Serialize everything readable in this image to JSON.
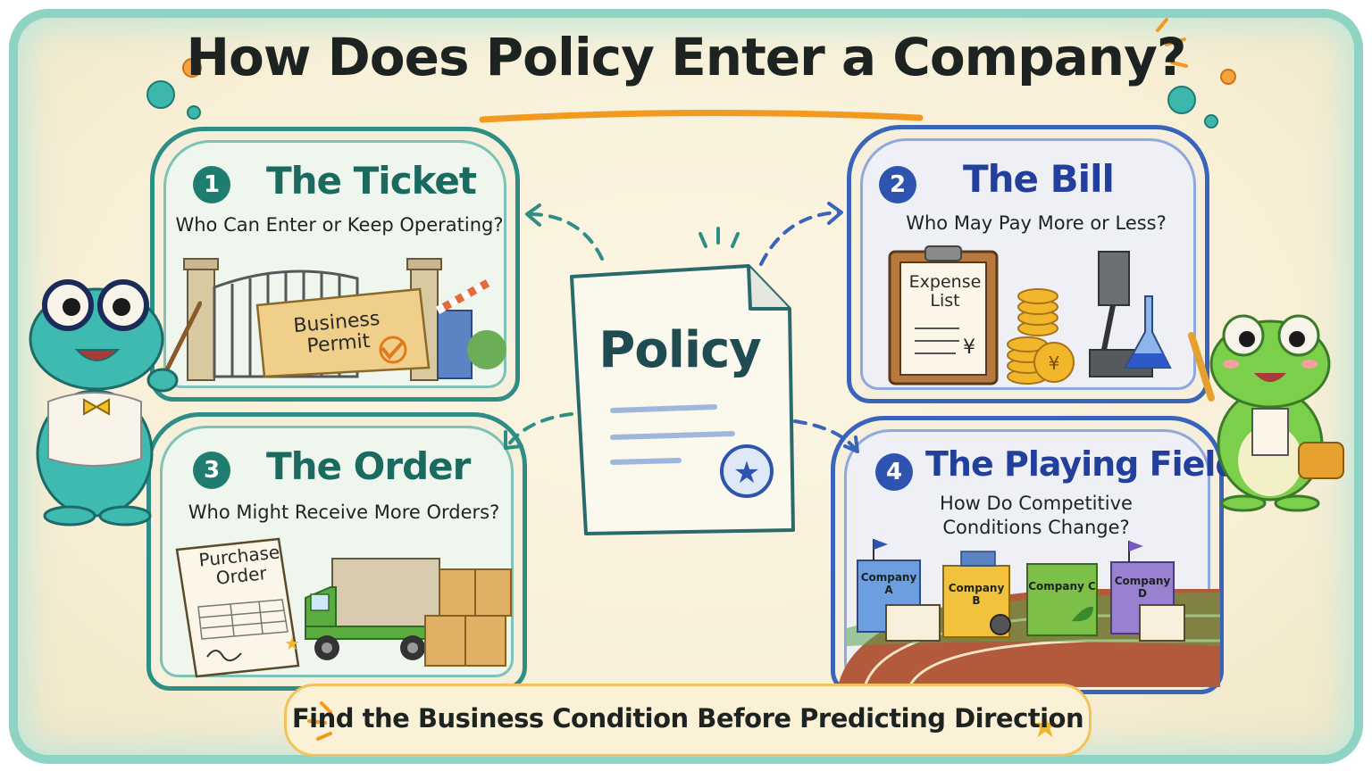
{
  "title": "How Does Policy Enter a Company?",
  "center": {
    "label": "Policy"
  },
  "cards": {
    "ticket": {
      "number": "1",
      "title": "The Ticket",
      "subtitle": "Who Can Enter or Keep Operating?",
      "illustration_label": "Business Permit",
      "color": "#2e8e86"
    },
    "bill": {
      "number": "2",
      "title": "The Bill",
      "subtitle": "Who May Pay More or Less?",
      "illustration_label": "Expense List",
      "currency_symbol": "¥",
      "color": "#3a64b9"
    },
    "order": {
      "number": "3",
      "title": "The Order",
      "subtitle": "Who Might Receive More Orders?",
      "illustration_label": "Purchase Order",
      "color": "#2e8e86"
    },
    "field": {
      "number": "4",
      "title": "The Playing Field",
      "subtitle_line1": "How Do Competitive",
      "subtitle_line2": "Conditions Change?",
      "companies": [
        "Company A",
        "Company B",
        "Company C",
        "Company D"
      ],
      "color": "#3a64b9"
    }
  },
  "footer": {
    "text": "Find the Business Condition Before Predicting Direction"
  },
  "colors": {
    "teal": "#2e8e86",
    "blue": "#3a64b9",
    "accent_orange": "#f29a1f",
    "frame": "#8fd3c3"
  }
}
